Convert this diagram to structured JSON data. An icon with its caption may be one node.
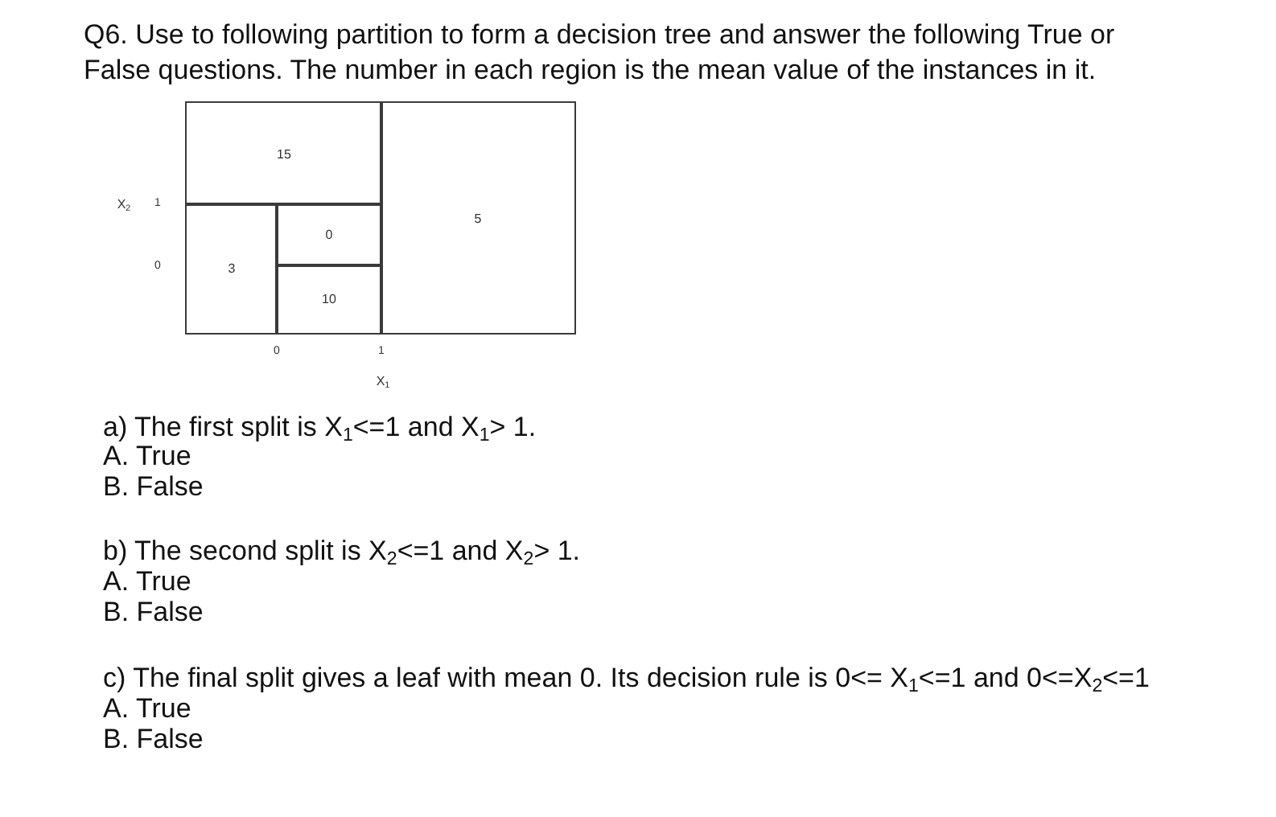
{
  "diagram": {
    "title": "Q6. Use to following partition to form a decision tree and answer the following True or False questions. The number in each region is the mean value of the instances in it.",
    "nodes": [
      {
        "text": [
          "15"
        ]
      },
      {
        "text": [
          "5"
        ]
      },
      {
        "text": [
          "0"
        ]
      },
      {
        "text": [
          "3"
        ]
      },
      {
        "text": [
          "10"
        ]
      }
    ],
    "labels": [
      "X$_{2}$",
      "1",
      "0",
      "0",
      "1",
      "X$_{1}$",
      "a) The first split is X$_{1}$<=1 and X$_{1}$> 1.",
      "A. True",
      "B. False",
      "b) The second split is X$_{2}$<=1 and X$_{2}$> 1.",
      "A. True",
      "B. False",
      "c) The final split gives a leaf with mean 0. Its decision rule is 0<= X$_{1}$<=1 and 0<=X$_{2}$<=1",
      "A. True",
      "B. False"
    ]
  }
}
